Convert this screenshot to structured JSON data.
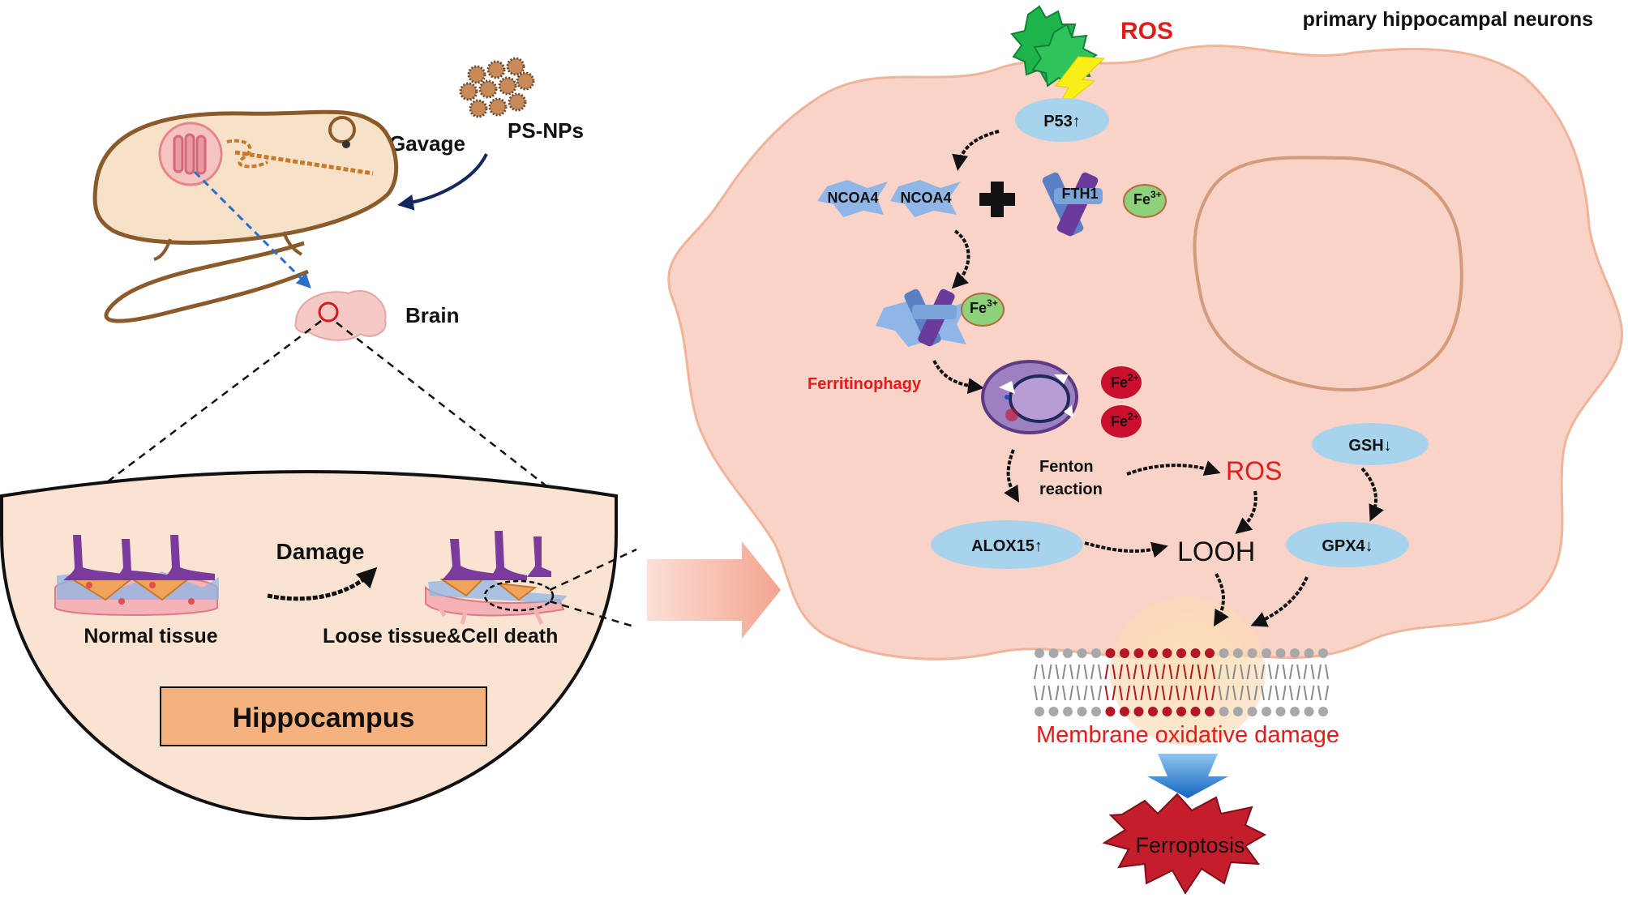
{
  "left_panel": {
    "gavage_label": "Gavage",
    "psnp_label": "PS-NPs",
    "brain_label": "Brain",
    "damage_label": "Damage",
    "normal_tissue_label": "Normal tissue",
    "loose_tissue_label": "Loose tissue&Cell death",
    "hippocampus_label": "Hippocampus"
  },
  "right_panel": {
    "cell_title": "primary hippocampal neurons",
    "ros_top_label": "ROS",
    "p53_label": "P53↑",
    "ncoa4_label_1": "NCOA4",
    "ncoa4_label_2": "NCOA4",
    "fth1_label": "FTH1",
    "fe3_label_1": "Fe",
    "fe3_label_2": "Fe",
    "fe3_sup": "3+",
    "ferritinophagy_label": "Ferritinophagy",
    "fe2_label": "Fe",
    "fe2_sup": "2+",
    "fenton_line1": "Fenton",
    "fenton_line2": "reaction",
    "ros_mid_label": "ROS",
    "gsh_label": "GSH↓",
    "gpx4_label": "GPX4↓",
    "alox15_label": "ALOX15↑",
    "looh_label": "LOOH",
    "membrane_label": "Membrane oxidative damage",
    "ferroptosis_label": "Ferroptosis"
  },
  "colors": {
    "cell_fill": "#fad3c8",
    "cell_stroke": "#f0b49a",
    "nucleus_stroke": "#d49a7c",
    "oval_fill": "#a7d3ec",
    "ros_green": "#1cb54a",
    "fe3_green": "#8dd17a",
    "fe2_red": "#c8102e",
    "tissue_fill": "#fbe3d2",
    "hippo_box": "#f5b27f",
    "purple": "#7a3a9e",
    "red_text": "#e31b1b",
    "dark_red": "#c41d2b",
    "navy": "#14265e"
  }
}
